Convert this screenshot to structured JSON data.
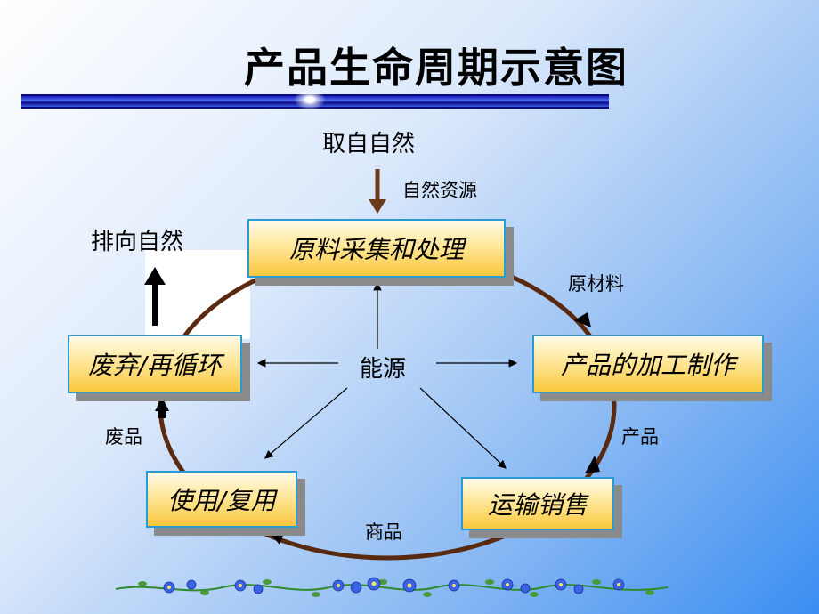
{
  "title": "产品生命周期示意图",
  "source_label": "取自自然",
  "sink_label": "排向自然",
  "center_label": "能源",
  "nodes": {
    "raw": "原料采集和处理",
    "manufacture": "产品的加工制作",
    "sales": "运输销售",
    "use": "使用/复用",
    "waste": "废弃/再循环"
  },
  "flows": {
    "natural_resources": "自然资源",
    "raw_materials": "原材料",
    "products": "产品",
    "goods": "商品",
    "waste_products": "废品"
  },
  "colors": {
    "cycle": "#5a2a10",
    "resource_arrow": "#6b3a1a",
    "box_border": "#2a9bd2",
    "title_bar": "#1b1bbf"
  }
}
